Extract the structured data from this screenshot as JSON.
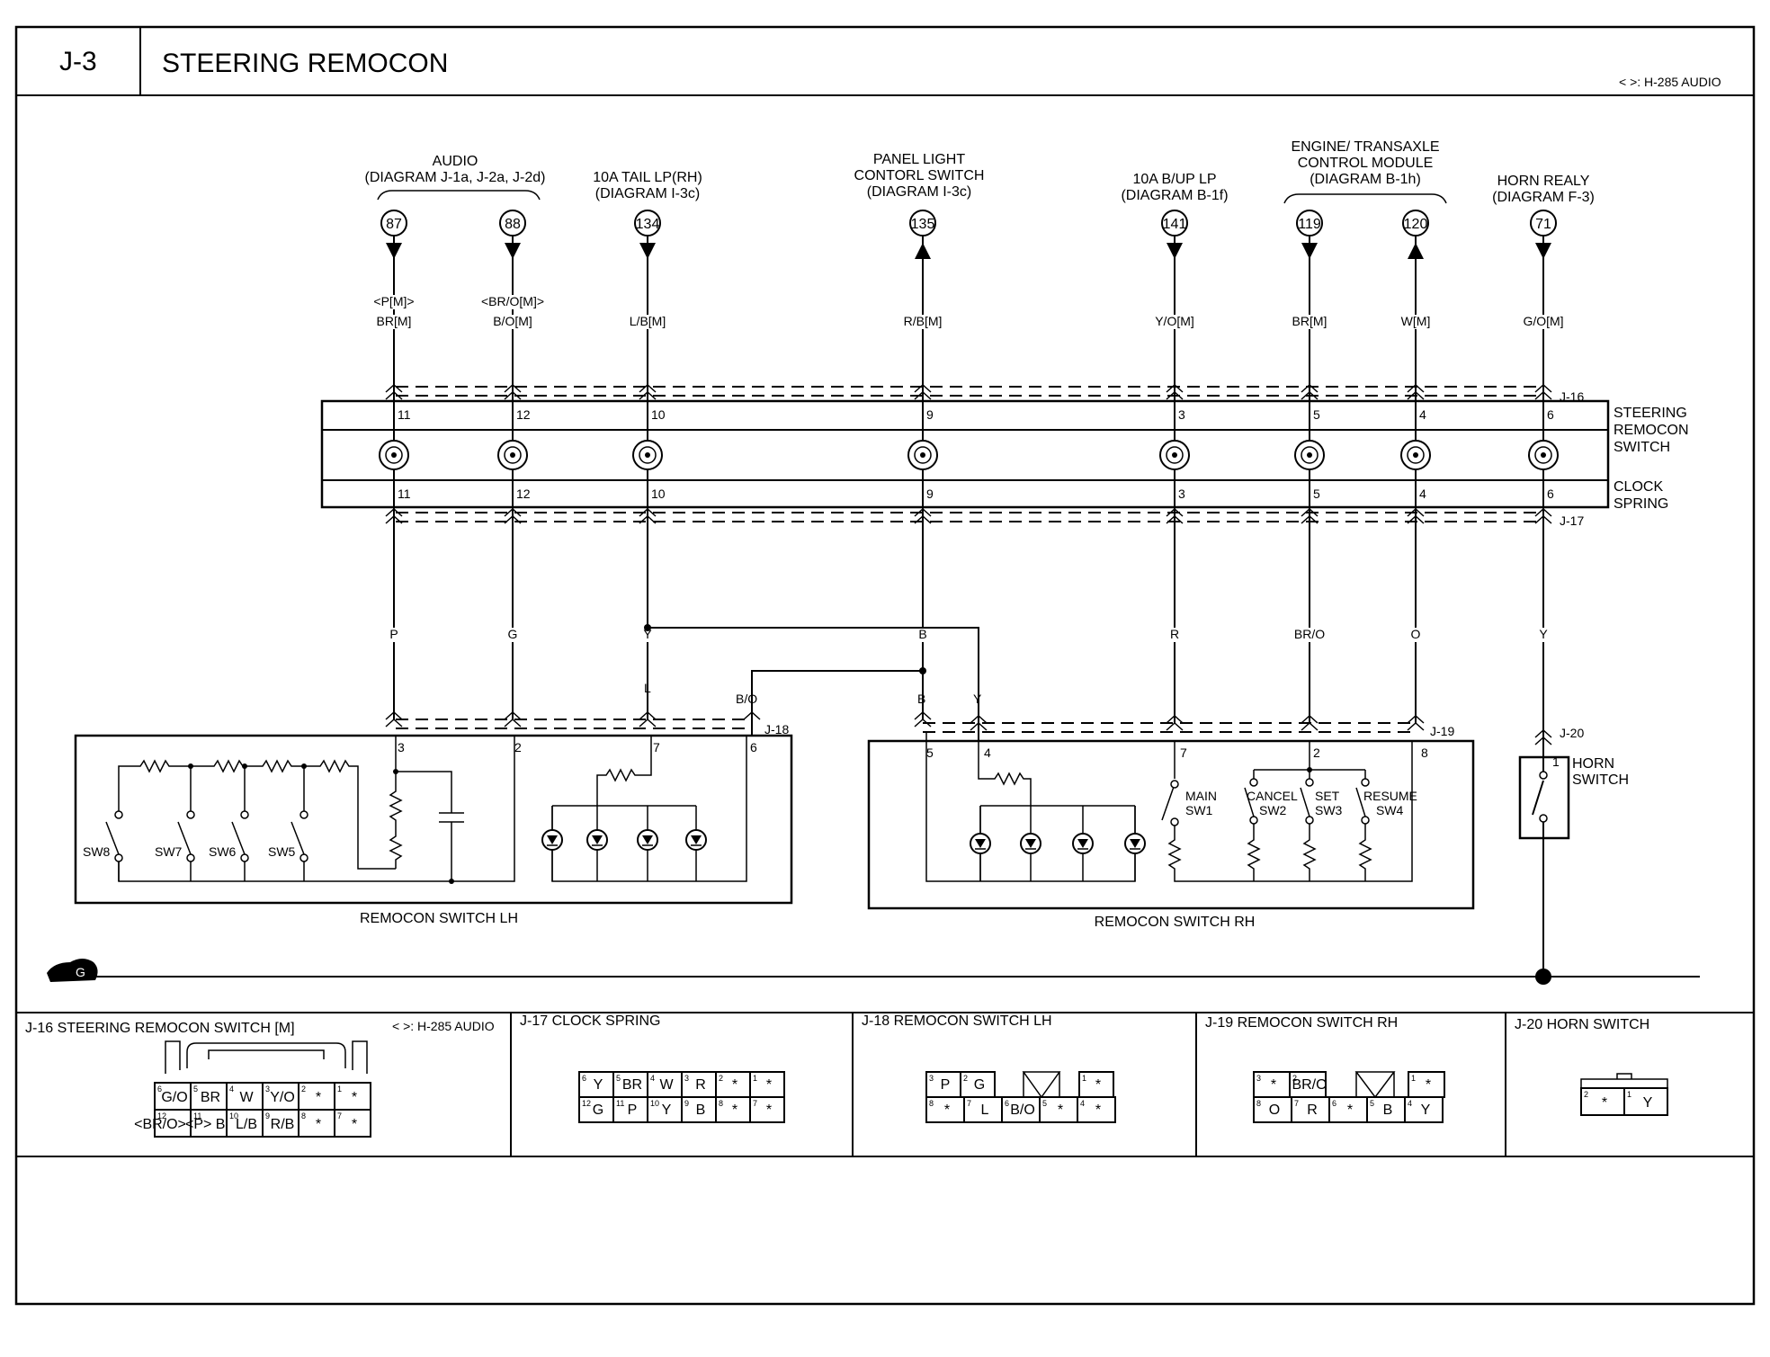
{
  "header": {
    "code": "J-3",
    "title": "STEERING REMOCON",
    "note": "< >: H-285 AUDIO"
  },
  "sources": {
    "audio": {
      "title": "AUDIO",
      "ref": "(DIAGRAM J-1a, J-2a, J-2d)"
    },
    "tail": {
      "title": "10A TAIL LP(RH)",
      "ref": "(DIAGRAM I-3c)"
    },
    "panel": {
      "title1": "PANEL LIGHT",
      "title2": "CONTORL SWITCH",
      "ref": "(DIAGRAM I-3c)"
    },
    "bup": {
      "title": "10A B/UP LP",
      "ref": "(DIAGRAM B-1f)"
    },
    "engine": {
      "title1": "ENGINE/ TRANSAXLE",
      "title2": "CONTROL MODULE",
      "ref": "(DIAGRAM B-1h)"
    },
    "horn": {
      "title": "HORN REALY",
      "ref": "(DIAGRAM F-3)"
    }
  },
  "terminals": [
    "87",
    "88",
    "134",
    "135",
    "141",
    "119",
    "120",
    "71"
  ],
  "wires_top": [
    "BR[M]",
    "B/O[M]",
    "L/B[M]",
    "R/B[M]",
    "Y/O[M]",
    "BR[M]",
    "W[M]",
    "G/O[M]"
  ],
  "wires_alt": [
    "<P[M]>",
    "<BR/O[M]>"
  ],
  "pins": [
    "11",
    "12",
    "10",
    "9",
    "3",
    "5",
    "4",
    "6"
  ],
  "wires_mid": [
    "P",
    "G",
    "Y",
    "B",
    "R",
    "BR/O",
    "O",
    "Y"
  ],
  "wires_low": {
    "l": "L",
    "bo": "B/O",
    "b": "B",
    "y": "Y"
  },
  "connectors": {
    "j16": "J-16",
    "j17": "J-17",
    "j18": "J-18",
    "j19": "J-19",
    "j20": "J-20"
  },
  "components": {
    "steering_switch": [
      "STEERING",
      "REMOCON",
      "SWITCH"
    ],
    "clock_spring": [
      "CLOCK",
      "SPRING"
    ],
    "lh_label": "REMOCON SWITCH LH",
    "rh_label": "REMOCON SWITCH RH",
    "horn_label": [
      "HORN",
      "SWITCH"
    ],
    "ground": "G"
  },
  "lh_pins": [
    "3",
    "2",
    "7",
    "6"
  ],
  "rh_pins": [
    "5",
    "4",
    "7",
    "2",
    "8"
  ],
  "horn_pin": "1",
  "lh_switches": [
    "SW8",
    "SW7",
    "SW6",
    "SW5"
  ],
  "rh_switches": {
    "main": [
      "MAIN",
      "SW1"
    ],
    "cancel": [
      "CANCEL",
      "SW2"
    ],
    "set": [
      "SET",
      "SW3"
    ],
    "resume": [
      "RESUME",
      "SW4"
    ]
  },
  "footer": {
    "j16": {
      "title": "J-16 STEERING REMOCON SWITCH [M]",
      "note": "< >: H-285 AUDIO",
      "row1": [
        [
          "6",
          "G/O"
        ],
        [
          "5",
          "BR"
        ],
        [
          "4",
          "W"
        ],
        [
          "3",
          "Y/O"
        ],
        [
          "2",
          "*"
        ],
        [
          "1",
          "*"
        ]
      ],
      "row2": [
        [
          "12",
          "<BR/O> B/O"
        ],
        [
          "11",
          "<P> BR"
        ],
        [
          "10",
          "L/B"
        ],
        [
          "9",
          "R/B"
        ],
        [
          "8",
          "*"
        ],
        [
          "7",
          "*"
        ]
      ]
    },
    "j17": {
      "title": "J-17 CLOCK SPRING",
      "row1": [
        [
          "6",
          "Y"
        ],
        [
          "5",
          "BR"
        ],
        [
          "4",
          "W"
        ],
        [
          "3",
          "R"
        ],
        [
          "2",
          "*"
        ],
        [
          "1",
          "*"
        ]
      ],
      "row2": [
        [
          "12",
          "G"
        ],
        [
          "11",
          "P"
        ],
        [
          "10",
          "Y"
        ],
        [
          "9",
          "B"
        ],
        [
          "8",
          "*"
        ],
        [
          "7",
          "*"
        ]
      ]
    },
    "j18": {
      "title": "J-18 REMOCON SWITCH LH",
      "row1": [
        [
          "3",
          "P"
        ],
        [
          "2",
          "G"
        ],
        [
          "1",
          "*"
        ]
      ],
      "row2": [
        [
          "8",
          "*"
        ],
        [
          "7",
          "L"
        ],
        [
          "6",
          "B/O"
        ],
        [
          "5",
          "*"
        ],
        [
          "4",
          "*"
        ]
      ]
    },
    "j19": {
      "title": "J-19 REMOCON SWITCH RH",
      "row1": [
        [
          "3",
          "*"
        ],
        [
          "2",
          "BR/O"
        ],
        [
          "1",
          "*"
        ]
      ],
      "row2": [
        [
          "8",
          "O"
        ],
        [
          "7",
          "R"
        ],
        [
          "6",
          "*"
        ],
        [
          "5",
          "B"
        ],
        [
          "4",
          "Y"
        ]
      ]
    },
    "j20": {
      "title": "J-20 HORN SWITCH",
      "cells": [
        [
          "2",
          "*"
        ],
        [
          "1",
          "Y"
        ]
      ]
    }
  }
}
